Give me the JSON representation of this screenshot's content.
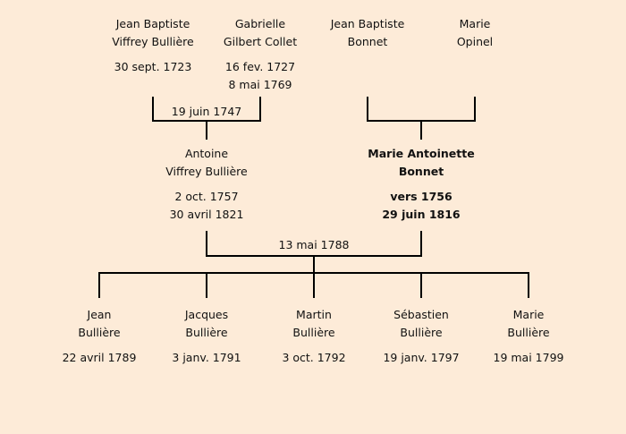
{
  "grandparents": [
    {
      "name1": "Jean Baptiste",
      "name2": "Viffrey Bullière",
      "birth": "30 sept. 1723",
      "death": ""
    },
    {
      "name1": "Gabrielle",
      "name2": "Gilbert Collet",
      "birth": "16 fev. 1727",
      "death": "8 mai 1769"
    },
    {
      "name1": "Jean Baptiste",
      "name2": "Bonnet",
      "birth": "",
      "death": ""
    },
    {
      "name1": "Marie",
      "name2": "Opinel",
      "birth": "",
      "death": ""
    }
  ],
  "marriage_left": "19 juin 1747",
  "parents": [
    {
      "name1": "Antoine",
      "name2": "Viffrey Bullière",
      "birth": "2 oct. 1757",
      "death": "30 avril 1821"
    },
    {
      "name1": "Marie Antoinette",
      "name2": "Bonnet",
      "birth": "vers 1756",
      "death": "29 juin 1816"
    }
  ],
  "marriage_parents": "13 mai 1788",
  "children": [
    {
      "name1": "Jean",
      "name2": "Bullière",
      "birth": "22 avril 1789"
    },
    {
      "name1": "Jacques",
      "name2": "Bullière",
      "birth": "3 janv. 1791"
    },
    {
      "name1": "Martin",
      "name2": "Bullière",
      "birth": "3 oct. 1792"
    },
    {
      "name1": "Sébastien",
      "name2": "Bullière",
      "birth": "19 janv. 1797"
    },
    {
      "name1": "Marie",
      "name2": "Bullière",
      "birth": "19 mai 1799"
    }
  ]
}
